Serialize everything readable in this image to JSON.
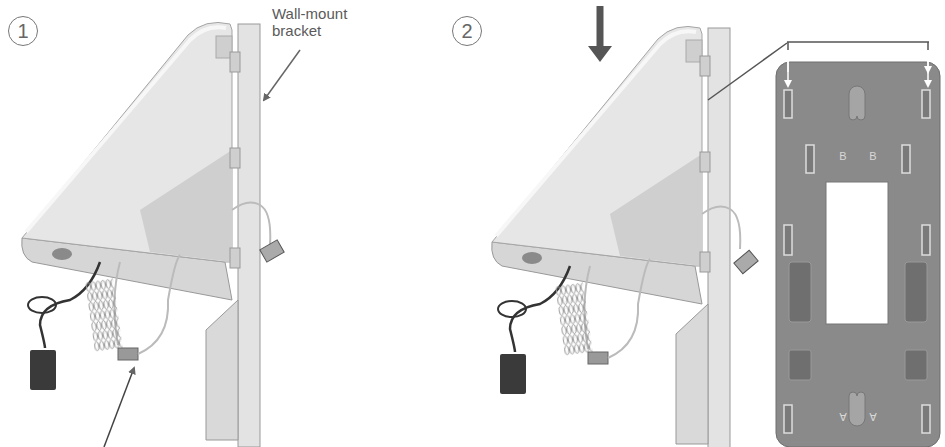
{
  "diagram": {
    "nodes": [
      {
        "text": [
          "1"
        ]
      },
      {
        "text": [
          "2"
        ]
      }
    ],
    "labels": [
      "Wall-mount bracket",
      "B",
      "B",
      "A",
      "A"
    ]
  }
}
